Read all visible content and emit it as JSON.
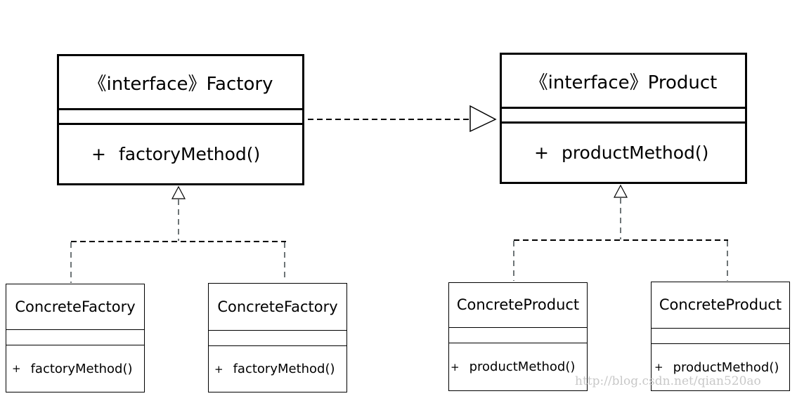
{
  "factory_interface": {
    "title": "《interface》Factory",
    "method_plus": "+",
    "method": "factoryMethod()"
  },
  "product_interface": {
    "title": "《interface》Product",
    "method_plus": "+",
    "method": "productMethod()"
  },
  "concrete_factories": [
    {
      "title": "ConcreteFactory",
      "method_plus": "+",
      "method": "factoryMethod()"
    },
    {
      "title": "ConcreteFactory",
      "method_plus": "+",
      "method": "factoryMethod()"
    }
  ],
  "concrete_products": [
    {
      "title": "ConcreteProduct",
      "method_plus": "+",
      "method": "productMethod()"
    },
    {
      "title": "ConcreteProduct",
      "method_plus": "+",
      "method": "productMethod()"
    }
  ],
  "watermark": "http://blog.csdn.net/qian520ao",
  "colors": {
    "solid_line": "#000000",
    "implementation_line": "#6e7577",
    "watermark": "#c8c8c8"
  }
}
